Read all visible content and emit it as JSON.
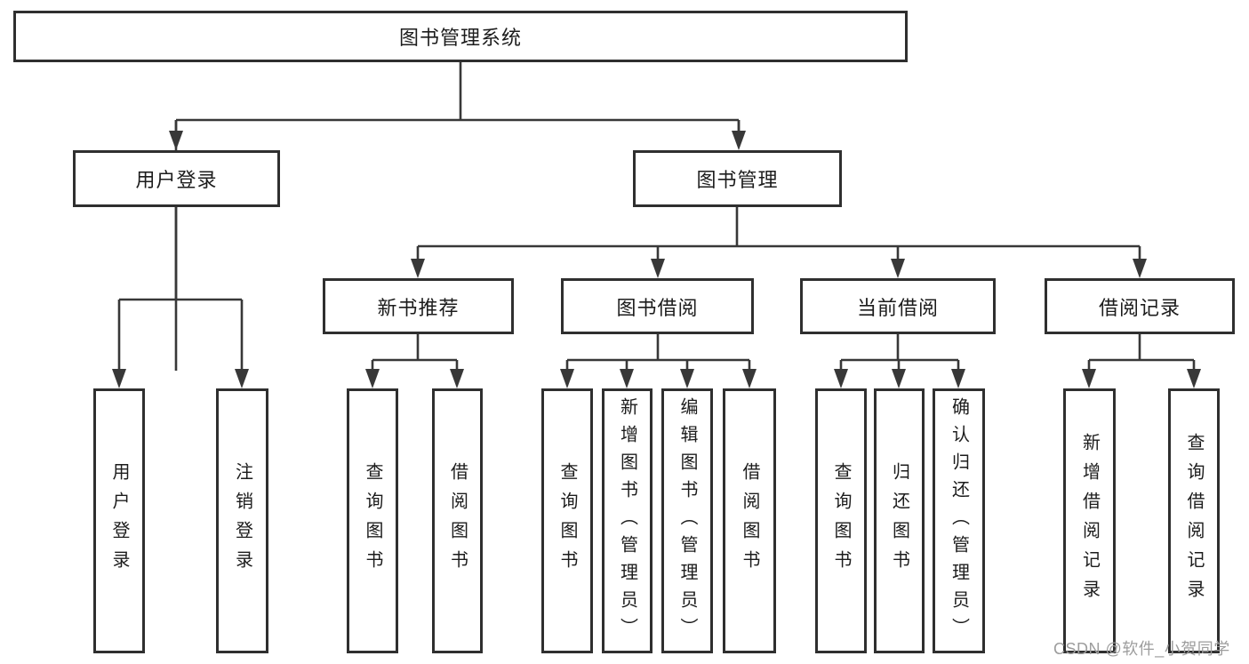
{
  "diagram": {
    "title": "图书管理系统",
    "nodes": {
      "root": "图书管理系统",
      "user_login": "用户登录",
      "book_management": "图书管理",
      "new_book_recommend": "新书推荐",
      "book_borrow": "图书借阅",
      "current_borrow": "当前借阅",
      "borrow_record": "借阅记录",
      "leaf_user_login": "用户登录",
      "leaf_logout": "注销登录",
      "leaf_nb_query_book": "查询图书",
      "leaf_nb_borrow_book": "借阅图书",
      "leaf_bb_query_book": "查询图书",
      "leaf_bb_add_book": "新增图书（管理员）",
      "leaf_bb_edit_book": "编辑图书（管理员）",
      "leaf_bb_borrow_book": "借阅图书",
      "leaf_cb_query_book": "查询图书",
      "leaf_cb_return_book": "归还图书",
      "leaf_cb_confirm_return": "确认归还（管理员）",
      "leaf_br_add_record": "新增借阅记录",
      "leaf_br_query_record": "查询借阅记录"
    },
    "edges": [
      "图书管理系统→用户登录",
      "图书管理系统→图书管理",
      "用户登录→用户登录",
      "用户登录→注销登录",
      "图书管理→新书推荐",
      "图书管理→图书借阅",
      "图书管理→当前借阅",
      "图书管理→借阅记录",
      "新书推荐→查询图书",
      "新书推荐→借阅图书",
      "图书借阅→查询图书",
      "图书借阅→新增图书（管理员）",
      "图书借阅→编辑图书（管理员）",
      "图书借阅→借阅图书",
      "当前借阅→查询图书",
      "当前借阅→归还图书",
      "当前借阅→确认归还（管理员）",
      "借阅记录→新增借阅记录",
      "借阅记录→查询借阅记录"
    ]
  },
  "watermark": {
    "text": "CSDN @软件_小贺同学",
    "color": "#9d9d9d"
  },
  "colors": {
    "line": "#383838",
    "box_border": "#2f2f2f",
    "text": "#1c1c1c",
    "background": "#ffffff"
  }
}
